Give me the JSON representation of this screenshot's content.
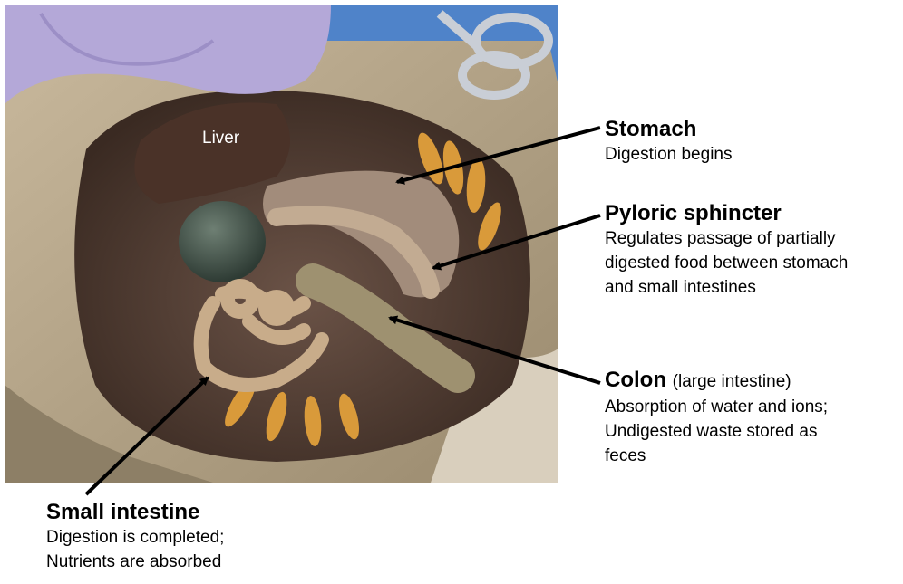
{
  "image": {
    "photo_label": "Liver"
  },
  "callouts": {
    "stomach": {
      "title": "Stomach",
      "desc": [
        "Digestion begins"
      ]
    },
    "pyloric": {
      "title": "Pyloric sphincter",
      "desc": [
        "Regulates passage of partially",
        "digested food between stomach",
        "and small intestines"
      ]
    },
    "colon": {
      "title": "Colon",
      "title_suffix": "(large intestine)",
      "desc": [
        "Absorption of water and ions;",
        "Undigested waste stored as",
        "feces"
      ]
    },
    "small_intestine": {
      "title": "Small intestine",
      "desc": [
        "Digestion is completed;",
        "Nutrients are absorbed"
      ]
    }
  },
  "colors": {
    "arrow": "#000000",
    "photo_label": "#ffffff",
    "text": "#000000"
  }
}
